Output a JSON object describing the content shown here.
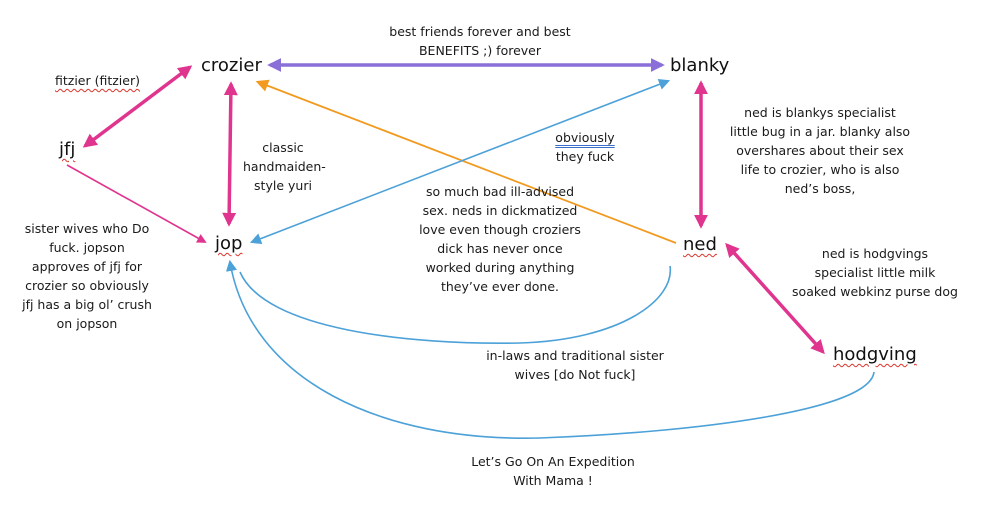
{
  "colors": {
    "pink": "#e0358f",
    "purple": "#8a6fd9",
    "orange": "#f29a1f",
    "blue": "#4ca1d8"
  },
  "nodes": {
    "crozier": "crozier",
    "blanky": "blanky",
    "jfj": "jfj",
    "jop": "jop",
    "ned": "ned",
    "hodgving": "hodgving"
  },
  "labels": {
    "crozier_blanky": [
      "best friends forever and best",
      "BENEFITS ;) forever"
    ],
    "crozier_jfj": "fitzier (fitzier)",
    "crozier_jop": [
      "classic",
      "handmaiden-",
      "style yuri"
    ],
    "blanky_jop_a": "obviously",
    "blanky_jop_b": "they fuck",
    "ned_crozier": [
      "so much bad ill-advised",
      "sex. neds in dickmatized",
      "love even though croziers",
      "dick has never once",
      "worked during anything",
      "they’ve ever done."
    ],
    "blanky_ned": [
      "ned is blankys specialist",
      "little bug in a jar. blanky also",
      "overshares about their sex",
      "life to crozier, who is also",
      "ned’s boss,"
    ],
    "jfj_jop": [
      "sister wives who Do",
      "fuck. jopson",
      "approves of jfj for",
      "crozier so obviously",
      "jfj has a big ol’ crush",
      "on jopson"
    ],
    "ned_hodgving": [
      "ned is hodgvings",
      "specialist little milk",
      "soaked webkinz purse dog"
    ],
    "jop_ned": [
      "in-laws and traditional sister",
      "wives [do Not fuck]"
    ],
    "jop_hodgving": [
      "Let’s Go On An Expedition",
      "With Mama !"
    ]
  },
  "edges": [
    {
      "from": "crozier",
      "to": "blanky",
      "color": "purple",
      "style": "double-arrow"
    },
    {
      "from": "crozier",
      "to": "jfj",
      "color": "pink",
      "style": "double-arrow"
    },
    {
      "from": "crozier",
      "to": "jop",
      "color": "pink",
      "style": "double-arrow"
    },
    {
      "from": "jfj",
      "to": "jop",
      "color": "pink",
      "style": "arrow"
    },
    {
      "from": "blanky",
      "to": "ned",
      "color": "pink",
      "style": "double-arrow"
    },
    {
      "from": "ned",
      "to": "hodgving",
      "color": "pink",
      "style": "double-arrow"
    },
    {
      "from": "ned",
      "to": "crozier",
      "color": "orange",
      "style": "arrow"
    },
    {
      "from": "jop",
      "to": "blanky",
      "color": "blue",
      "style": "double-arrow"
    },
    {
      "from": "jop",
      "to": "ned",
      "color": "blue",
      "style": "curve"
    },
    {
      "from": "hodgving",
      "to": "jop",
      "color": "blue",
      "style": "curve-arrow"
    }
  ]
}
